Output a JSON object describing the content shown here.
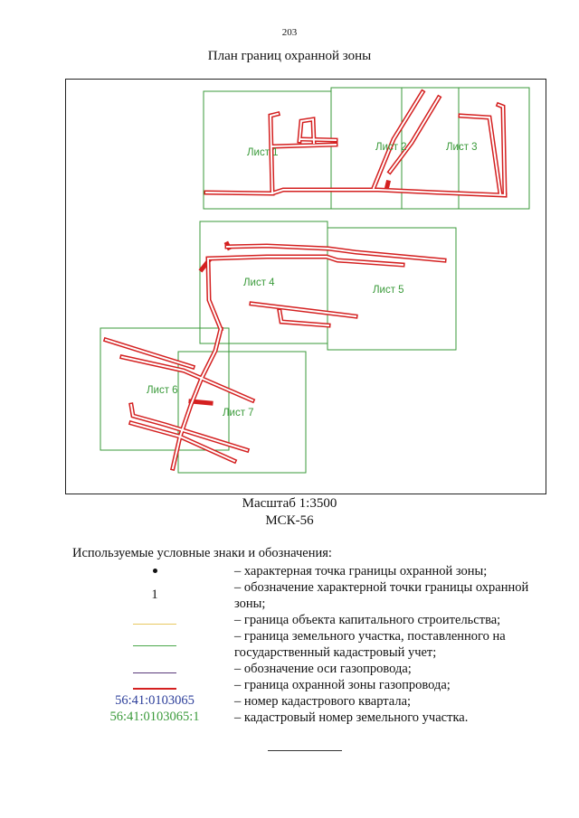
{
  "page": {
    "number": "203",
    "title": "План границ охранной зоны"
  },
  "map": {
    "sheets": [
      {
        "id": "sheet-1",
        "label": "Лист 1"
      },
      {
        "id": "sheet-2",
        "label": "Лист 2"
      },
      {
        "id": "sheet-3",
        "label": "Лист 3"
      },
      {
        "id": "sheet-4",
        "label": "Лист 4"
      },
      {
        "id": "sheet-5",
        "label": "Лист 5"
      },
      {
        "id": "sheet-6",
        "label": "Лист 6"
      },
      {
        "id": "sheet-7",
        "label": "Лист 7"
      }
    ],
    "colors": {
      "sheet_border": "#3a9a3a",
      "protection_zone": "#d42020"
    }
  },
  "scale": {
    "scale_text": "Масштаб 1:3500",
    "crs_text": "МСК-56"
  },
  "legend": {
    "title": "Используемые условные знаки и обозначения:",
    "items": [
      {
        "symbol_type": "dot",
        "symbol_text": "",
        "text": "– характерная точка границы охранной зоны;"
      },
      {
        "symbol_type": "text",
        "symbol_text": "1",
        "text": "– обозначение характерной точки границы охранной зоны;"
      },
      {
        "symbol_type": "line",
        "color": "#e8c860",
        "text": "– граница объекта капитального строительства;"
      },
      {
        "symbol_type": "line",
        "color": "#4aa84a",
        "text": "– граница земельного участка, поставленного на государственный кадастровый учет;"
      },
      {
        "symbol_type": "line",
        "color": "#5a3a7a",
        "text": "– обозначение оси газопровода;"
      },
      {
        "symbol_type": "line",
        "color": "#d42020",
        "text": "– граница охранной зоны газопровода;"
      },
      {
        "symbol_type": "text",
        "symbol_text": "56:41:0103065",
        "color": "#2c3e9a",
        "text": "– номер кадастрового квартала;"
      },
      {
        "symbol_type": "text",
        "symbol_text": "56:41:0103065:1",
        "color": "#3a9a3a",
        "text": "– кадастровый номер земельного участка."
      }
    ]
  }
}
